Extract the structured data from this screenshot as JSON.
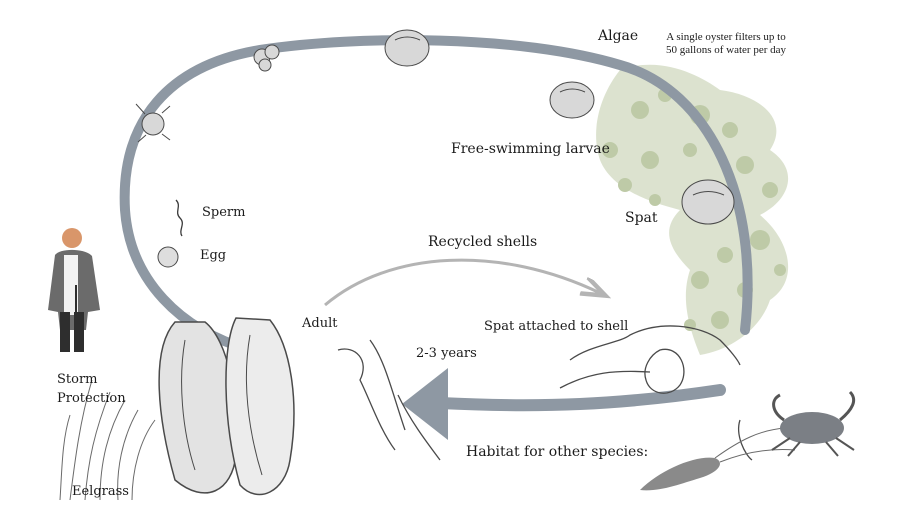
{
  "labels": {
    "algae": "Algae",
    "filter_note_line1": "A single oyster filters up to",
    "filter_note_line2": "50 gallons of water per day",
    "larvae": "Free-swimming larvae",
    "spat": "Spat",
    "sperm": "Sperm",
    "egg": "Egg",
    "recycled_shells": "Recycled shells",
    "adult": "Adult",
    "spat_attached": "Spat attached to shell",
    "years": "2-3 years",
    "storm_line1": "Storm",
    "storm_line2": "Protection",
    "habitat": "Habitat for other species:",
    "eelgrass": "Eelgrass"
  },
  "colors": {
    "cycle_ring": "#8e98a3",
    "recycle_arrow": "#b4b4b4",
    "algae": "#a9b98a",
    "shell_outline": "#4a4a4a",
    "text": "#1b1b1b"
  },
  "icons": [
    "person-icon",
    "oyster-shell-icon",
    "crab-icon",
    "shrimp-icon",
    "sperm-icon",
    "egg-icon",
    "larva-icon",
    "algae-cluster-icon",
    "eelgrass-icon"
  ]
}
